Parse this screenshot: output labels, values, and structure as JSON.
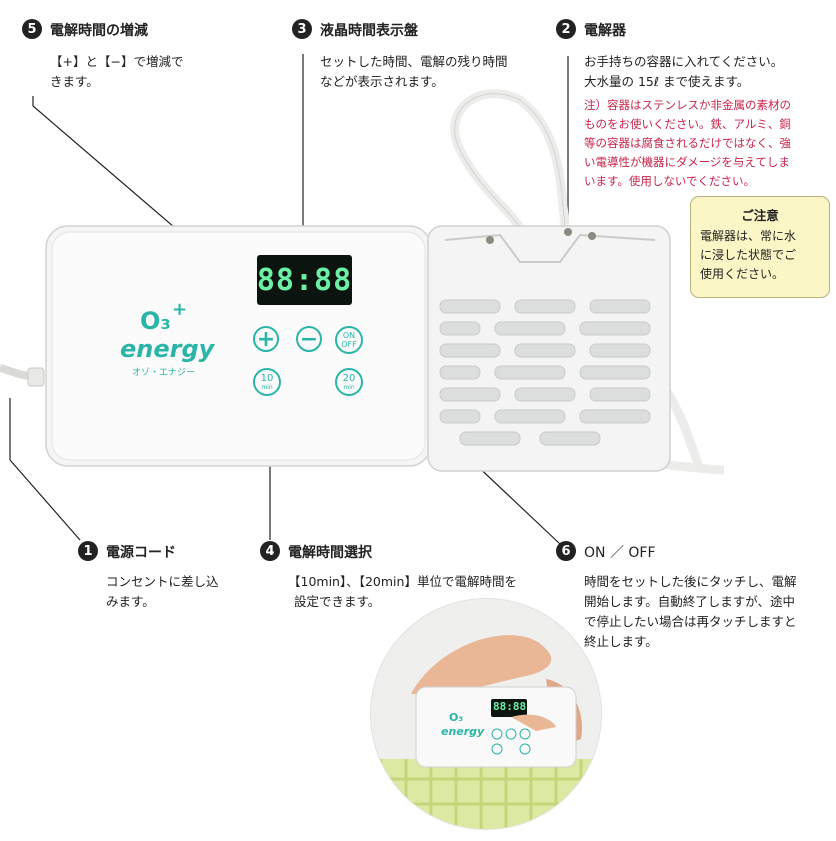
{
  "items": {
    "item5": {
      "number": "5",
      "title": "電解時間の増減",
      "desc": [
        "【+】と【−】で増減で",
        "きます。"
      ]
    },
    "item3": {
      "number": "3",
      "title": "液晶時間表示盤",
      "desc": [
        "セットした時間、電解の残り時間",
        "などが表示されます。"
      ]
    },
    "item2": {
      "number": "2",
      "title": "電解器",
      "desc": [
        "お手持ちの容器に入れてください。",
        "大水量の 15ℓ まで使えます。"
      ],
      "note": [
        "注）容器はステンレスか非金属の素材の",
        "ものをお使いください。鉄、アルミ、銅",
        "等の容器は腐食されるだけではなく、強",
        "い電導性が機器にダメージを与えてしま",
        "います。使用しないでください。"
      ]
    },
    "item1": {
      "number": "1",
      "title": "電源コード",
      "desc": [
        "コンセントに差し込",
        "みます。"
      ]
    },
    "item4": {
      "number": "4",
      "title": "電解時間選択",
      "desc": [
        "【10min】、【20min】単位で電解時間を",
        "設定できます。"
      ]
    },
    "item6": {
      "number": "6",
      "title": "ON ／ OFF",
      "desc": [
        "時間をセットした後にタッチし、電解",
        "開始します。自動終了しますが、途中",
        "で停止したい場合は再タッチしますと",
        "終止します。"
      ]
    }
  },
  "caution": {
    "title": "ご注意",
    "lines": [
      "電解器は、常に水",
      "に浸した状態でご",
      "使用ください。"
    ]
  },
  "device": {
    "display": "88:88",
    "logo": "energy",
    "logo_mark": "O₃",
    "logo_plus": "+",
    "logo_kana": "オゾ・エナジー",
    "buttons": {
      "plus": "+",
      "minus": "−",
      "on": "ON",
      "off": "OFF",
      "ten": "10",
      "twenty": "20",
      "min": "min"
    }
  },
  "photo": {
    "display": "88:88",
    "logo": "energy",
    "logo_mark": "O₃"
  },
  "colors": {
    "accent": "#2ab5a8",
    "display_bg": "#0c1410",
    "display_digits": "#6cf0a6",
    "note_red": "#c8254a",
    "caution_bg": "#fbf6c6"
  }
}
